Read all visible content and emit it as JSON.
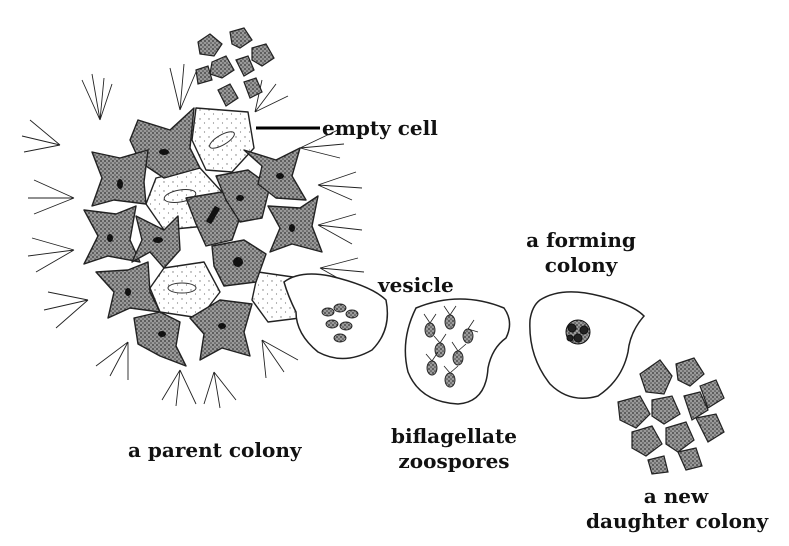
{
  "labels": {
    "empty_cell": "empty cell",
    "vesicle": "vesicle",
    "forming_colony": [
      "a forming",
      "colony"
    ],
    "parent_colony": "a parent colony",
    "zoospores": [
      "biflagellate",
      "zoospores"
    ],
    "daughter_colony": [
      "a new",
      "daughter colony"
    ]
  }
}
